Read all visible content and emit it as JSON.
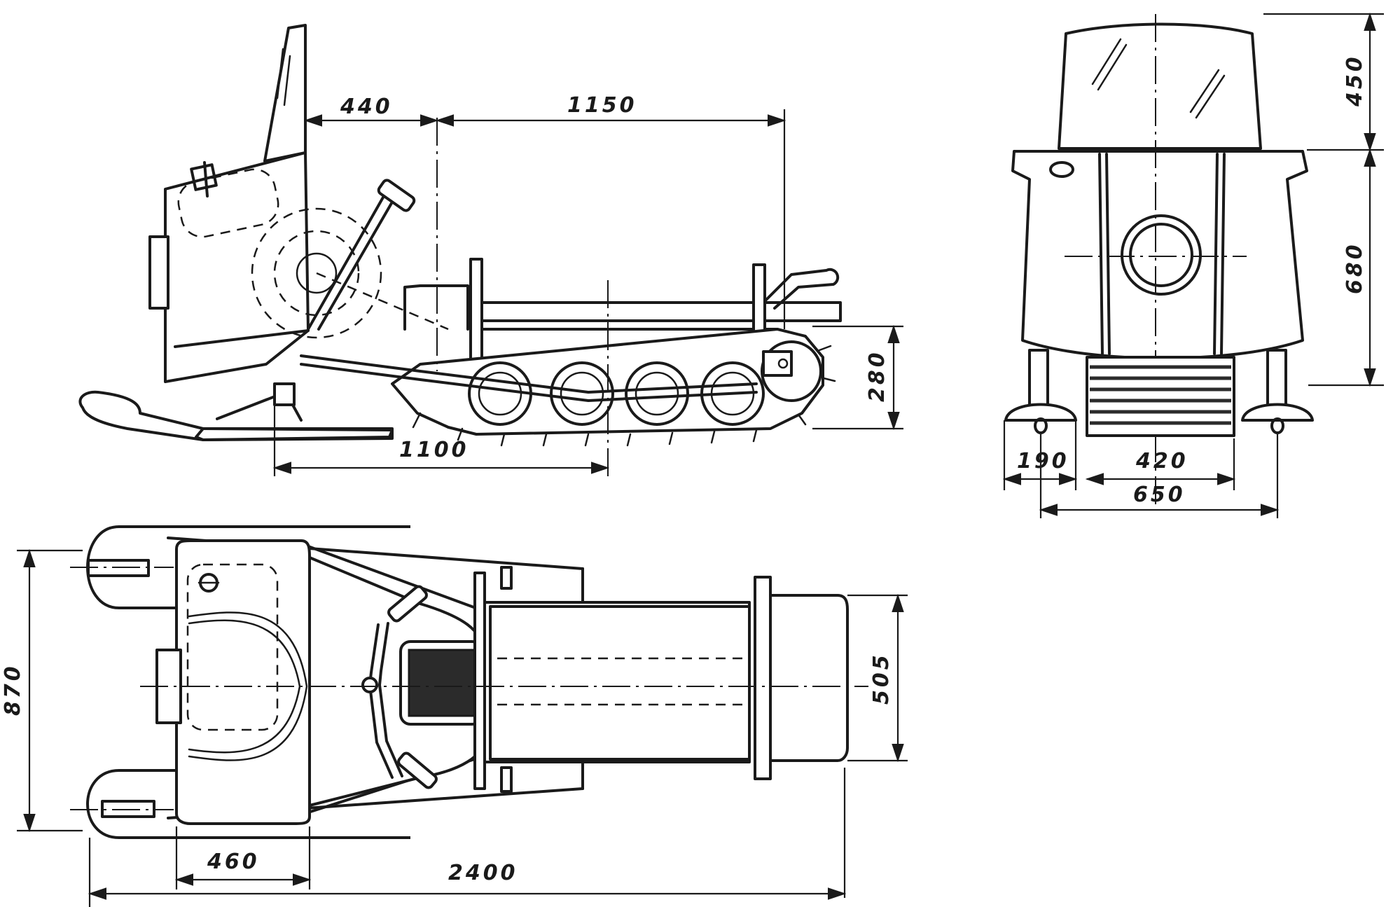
{
  "dimensions": {
    "side_view": {
      "seat_to_axle": "440",
      "axle_to_rear": "1150",
      "ski_to_middle": "1100",
      "track_height": "280"
    },
    "front_view": {
      "windshield_height": "450",
      "body_height": "680",
      "ski_width": "190",
      "track_width": "420",
      "overall_width": "650"
    },
    "top_view": {
      "ski_track": "870",
      "seat_length": "460",
      "overall_length": "2400",
      "platform_width": "505"
    }
  },
  "colors": {
    "ink": "#1a1a1a",
    "paper": "#ffffff"
  }
}
